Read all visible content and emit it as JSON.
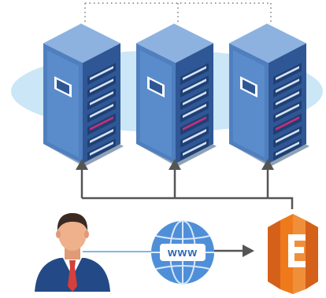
{
  "servers": [
    {
      "id": "server-1"
    },
    {
      "id": "server-2"
    },
    {
      "id": "server-3"
    }
  ],
  "globe": {
    "label": "www"
  },
  "colors": {
    "backdrop": "#cbe6f6",
    "server_front": "#4f7fbf",
    "server_side": "#2f5795",
    "server_top": "#8db2df",
    "server_shadow": "#8fa3b5",
    "rack_slot": "#d4e2f3",
    "rack_accent": "#c2317a",
    "connector": "#555555",
    "dots": "#9a9a9a",
    "globe": "#4f8fd8",
    "globe_dark": "#2d68b4",
    "aws_orange": "#ef7a1c",
    "aws_dark": "#d5601a",
    "suit": "#234a86",
    "tie": "#d63f3a",
    "skin": "#efb08c",
    "hair": "#3a2a22"
  },
  "icons": {
    "user": "businessman-icon",
    "web": "globe-www-icon",
    "cloud": "aws-ec2-icon"
  }
}
